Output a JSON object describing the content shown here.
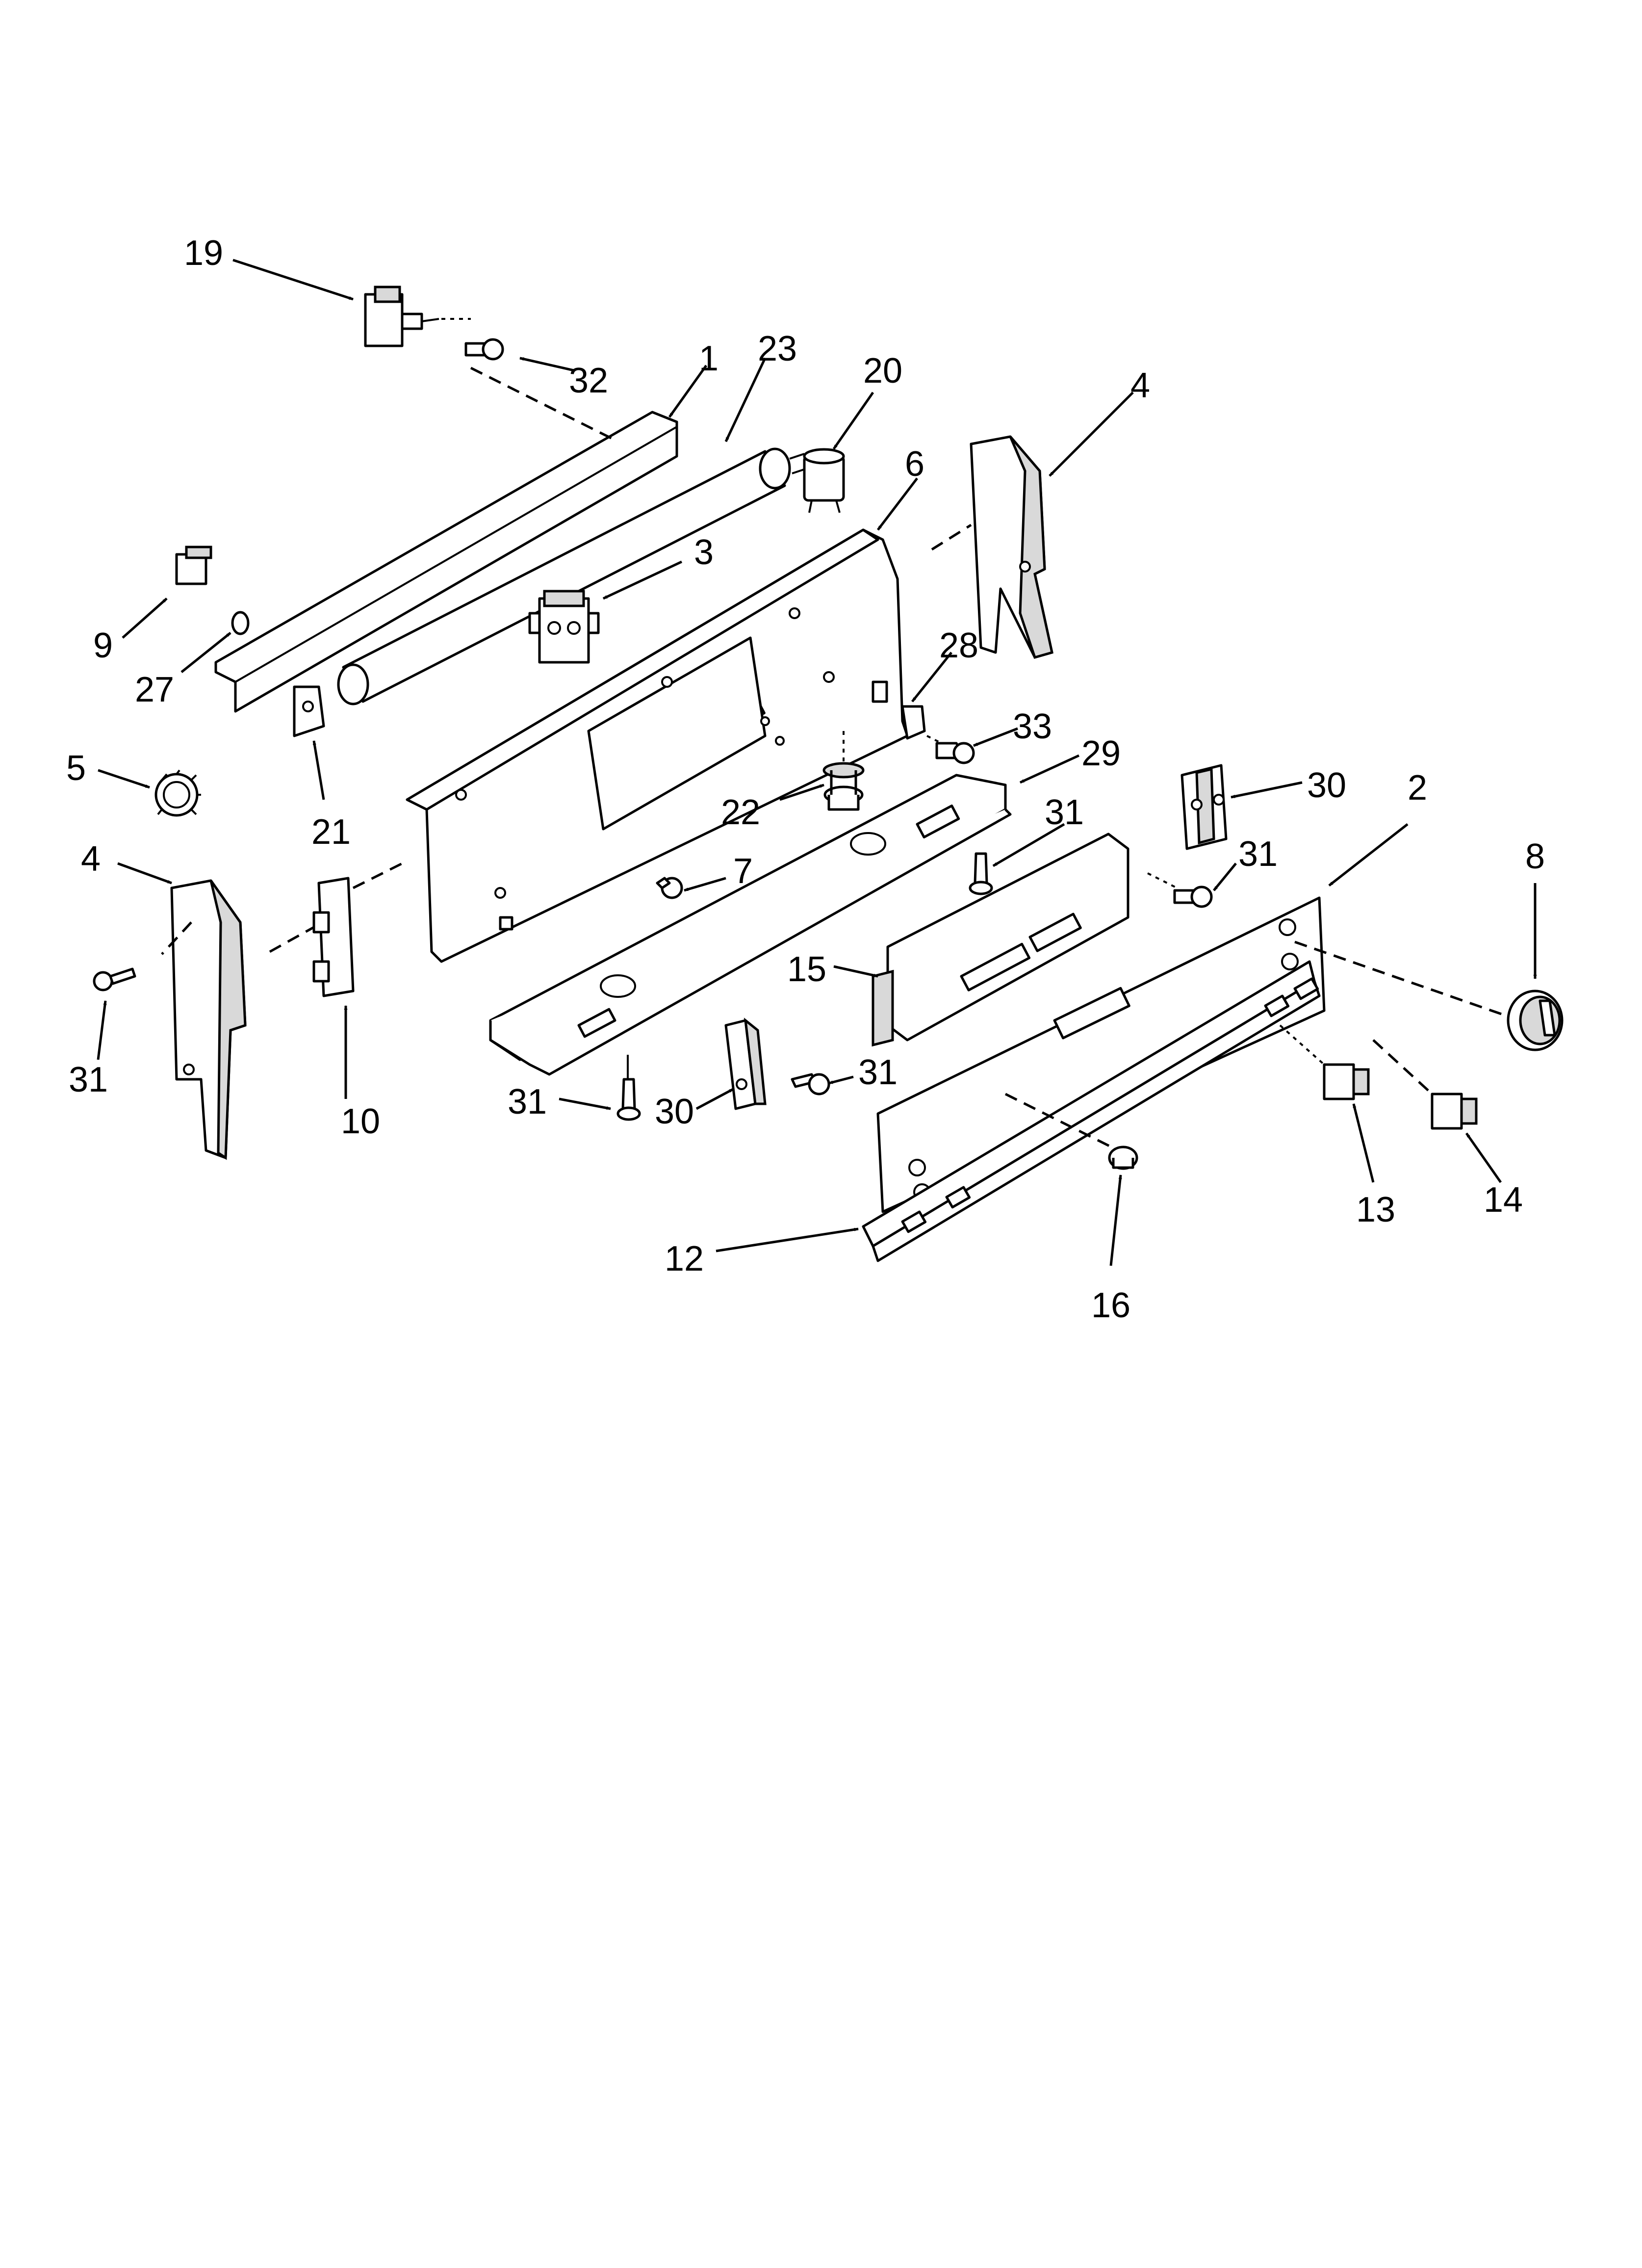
{
  "callouts": {
    "c19": "19",
    "c32": "32",
    "c1": "1",
    "c23": "23",
    "c20": "20",
    "c6": "6",
    "c4a": "4",
    "c3": "3",
    "c9": "9",
    "c27": "27",
    "c28": "28",
    "c33": "33",
    "c5": "5",
    "c21": "21",
    "c29": "29",
    "c22": "22",
    "c30a": "30",
    "c2": "2",
    "c31a": "31",
    "c4b": "4",
    "c31b": "31",
    "c8": "8",
    "c7": "7",
    "c15": "15",
    "c31c": "31",
    "c10": "10",
    "c31d": "31",
    "c31e": "31",
    "c30b": "30",
    "c13": "13",
    "c14": "14",
    "c12": "12",
    "c16": "16"
  }
}
